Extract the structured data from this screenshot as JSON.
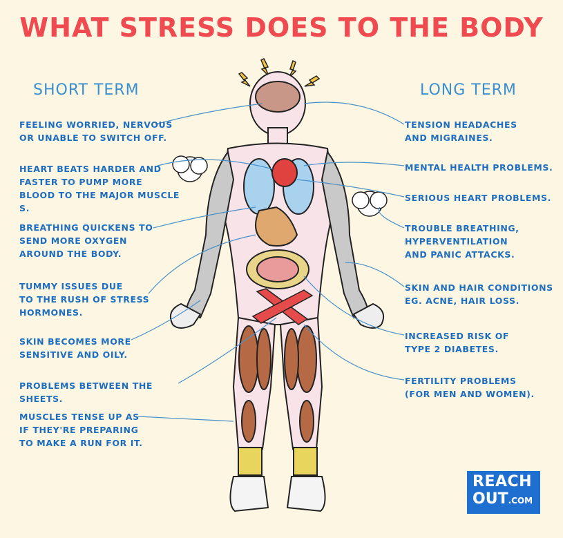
{
  "title": "WHAT STRESS DOES TO THE BODY",
  "short_term": {
    "heading": "SHORT TERM",
    "items": [
      {
        "text": "FEELING WORRIED, NERVOUS\nOR UNABLE TO SWITCH OFF."
      },
      {
        "text": "HEART BEATS HARDER AND\nFASTER TO  PUMP MORE\nBLOOD TO THE MAJOR MUSCLE S."
      },
      {
        "text": "BREATHING QUICKENS TO\nSEND MORE OXYGEN\nAROUND THE BODY."
      },
      {
        "text": "TUMMY ISSUES DUE\nTO THE RUSH OF STRESS\nHORMONES."
      },
      {
        "text": "SKIN BECOMES MORE\nSENSITIVE AND OILY."
      },
      {
        "text": "PROBLEMS BETWEEN THE SHEETS."
      },
      {
        "text": "MUSCLES TENSE UP AS\nIF THEY'RE PREPARING\nTO MAKE A RUN FOR IT."
      }
    ]
  },
  "long_term": {
    "heading": "LONG TERM",
    "items": [
      {
        "text": "TENSION HEADACHES\nAND MIGRAINES."
      },
      {
        "text": "MENTAL HEALTH PROBLEMS."
      },
      {
        "text": "SERIOUS HEART PROBLEMS."
      },
      {
        "text": "TROUBLE BREATHING,\nHYPERVENTILATION\nAND PANIC ATTACKS."
      },
      {
        "text": "SKIN AND HAIR CONDITIONS\nEG. ACNE, HAIR LOSS."
      },
      {
        "text": "INCREASED RISK OF\nTYPE 2 DIABETES."
      },
      {
        "text": "FERTILITY PROBLEMS\n(FOR MEN AND WOMEN)."
      }
    ]
  },
  "logo": {
    "line1": "REACH",
    "line2": "OUT",
    "suffix": ".COM"
  },
  "colors": {
    "title": "#ee4a4f",
    "heading": "#3a8fd0",
    "text": "#1d6ec0",
    "logo_bg": "#1f6fd0"
  }
}
